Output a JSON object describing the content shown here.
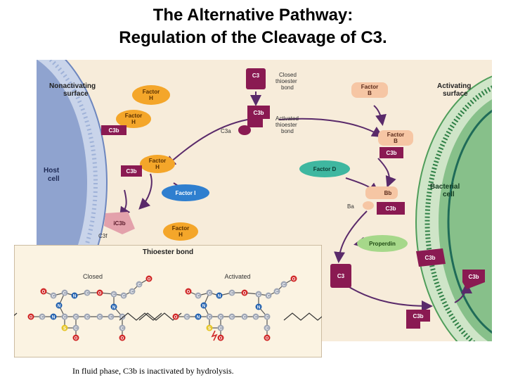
{
  "title": {
    "line1": "The Alternative Pathway:",
    "line2": "Regulation of the Cleavage of C3."
  },
  "caption": "In fluid phase, C3b is inactivated by hydrolysis.",
  "diagram": {
    "left_surface_label": [
      "Nonactivating",
      "surface"
    ],
    "right_surface_label": [
      "Activating",
      "surface"
    ],
    "host_cell_label": [
      "Host",
      "cell"
    ],
    "bacterial_cell_label": [
      "Bacterial",
      "cell"
    ],
    "c3_top": "C3",
    "closed_bond_label": [
      "Closed",
      "thioester",
      "bond"
    ],
    "c3b_activated": "C3b",
    "activated_bond_label": [
      "Activated",
      "thioester",
      "bond"
    ],
    "c3a": "C3a",
    "factor_h_1": [
      "Factor",
      "H"
    ],
    "factor_h_2": [
      "Factor",
      "H"
    ],
    "c3b_left_1": "C3b",
    "factor_h_3": [
      "Factor",
      "H"
    ],
    "c3b_left_2": "C3b",
    "factor_i": "Factor I",
    "ic3b": "iC3b",
    "c3f": "C3f",
    "factor_h_4": [
      "Factor",
      "H"
    ],
    "factor_b_1": [
      "Factor",
      "B"
    ],
    "factor_b_2": [
      "Factor",
      "B"
    ],
    "c3b_right_1": "C3b",
    "factor_d": "Factor D",
    "bb": "Bb",
    "ba": "Ba",
    "c3b_right_2": "C3b",
    "properdin": "Properdin",
    "c3b_right_3": "C3b",
    "c3_bottom": "C3",
    "c3b_right_4": "C3b",
    "c3b_bottom": "C3b"
  },
  "inset": {
    "title": "Thioester bond",
    "closed_label": "Closed",
    "activated_label": "Activated",
    "atoms": {
      "carbon": "C",
      "oxygen": "O",
      "nitrogen": "N",
      "sulfur": "S"
    }
  },
  "colors": {
    "figure_background": "#f7ecda",
    "factor_h_fill": "#f4a62a",
    "c3b_fill": "#8a1a52",
    "factor_b_fill": "#f6c6a4",
    "factor_d_fill": "#3fb7a0",
    "factor_i_fill": "#2f7fcf",
    "properdin_fill": "#a6d88a",
    "ic3b_fill": "#e3a1ab",
    "host_cell": "#8fa3cf",
    "bacterial_cell": "#87c08a",
    "arrow": "#5a2a6a",
    "inset_background": "#fbf3e2",
    "carbon": "#a0a7b6",
    "oxygen": "#d12a2a",
    "nitrogen": "#2563b0",
    "sulfur": "#e6c62a"
  }
}
